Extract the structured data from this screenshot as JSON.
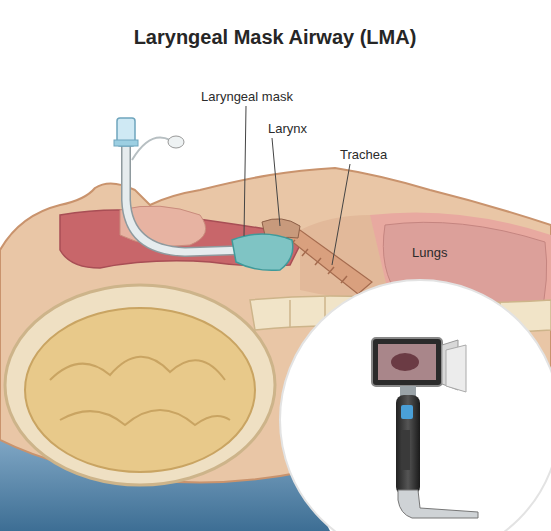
{
  "diagram": {
    "title": "Laryngeal Mask Airway (LMA)",
    "labels": [
      "Laryngeal mask",
      "Larynx",
      "Trachea",
      "Lungs"
    ]
  }
}
